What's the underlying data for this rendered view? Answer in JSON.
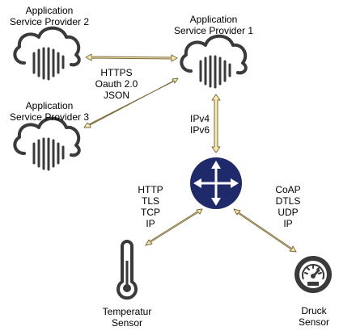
{
  "nodes": {
    "asp1": {
      "label": "Application\nService Provider 1",
      "icon": "cloud-icon"
    },
    "asp2": {
      "label": "Application\nService Provider 2",
      "icon": "cloud-icon"
    },
    "asp3": {
      "label": "Application\nService Provider 3",
      "icon": "cloud-icon"
    },
    "router": {
      "label": "",
      "icon": "router-icon"
    },
    "temp": {
      "label": "Temperatur\nSensor",
      "icon": "thermometer-icon"
    },
    "druck": {
      "label": "Druck\nSensor",
      "icon": "pressure-gauge-icon"
    }
  },
  "links": {
    "cloud_protocols": "HTTPS\nOauth 2.0\nJSON",
    "ip_versions": "IPv4\nIPv6",
    "temp_protocols": "HTTP\nTLS\nTCP\nIP",
    "druck_protocols": "CoAP\nDTLS\nUDP\nIP"
  },
  "colors": {
    "icon_dark": "#3a3a3a",
    "router_fill": "#1f2a6b",
    "arrow_fill": "#fbe9b0",
    "arrow_stroke": "#7a6a3a"
  }
}
